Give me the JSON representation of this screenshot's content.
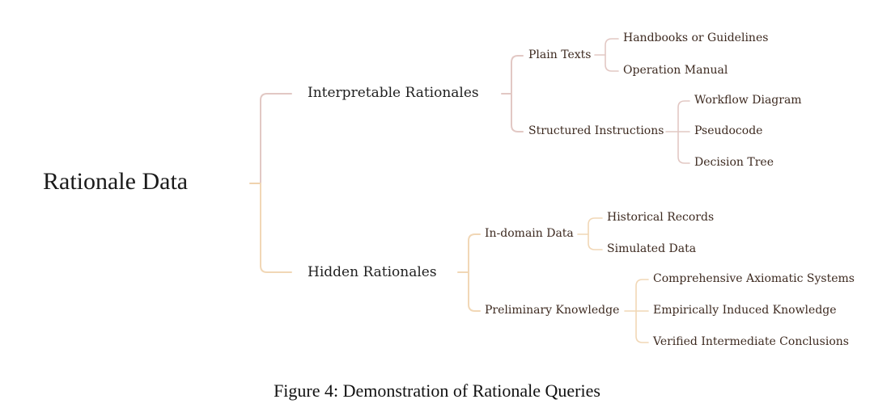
{
  "diagram": {
    "root": "Rationale Data",
    "children": [
      {
        "label": "Interpretable Rationales",
        "children": [
          {
            "label": "Plain Texts",
            "children": [
              "Handbooks or Guidelines",
              "Operation Manual"
            ]
          },
          {
            "label": "Structured Instructions",
            "children": [
              "Workflow Diagram",
              "Pseudocode",
              "Decision Tree"
            ]
          }
        ]
      },
      {
        "label": "Hidden Rationales",
        "children": [
          {
            "label": "In-domain Data",
            "children": [
              "Historical Records",
              "Simulated Data"
            ]
          },
          {
            "label": "Preliminary Knowledge",
            "children": [
              "Comprehensive Axiomatic Systems",
              "Empirically Induced Knowledge",
              "Verified Intermediate Conclusions"
            ]
          }
        ]
      }
    ],
    "colors": {
      "upper_branch": "#e2c8c4",
      "lower_branch": "#f1d7b6",
      "root_connector": "#efd2ae"
    }
  },
  "caption": "Figure 4: Demonstration of Rationale Queries"
}
